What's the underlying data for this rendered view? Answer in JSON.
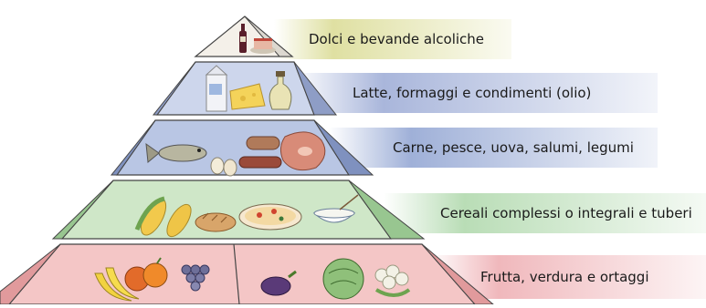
{
  "diagram": {
    "tiers": [
      {
        "label": "Dolci e bevande alcoliche",
        "color": "#dfe0a2",
        "face": "#f4f0e9",
        "side": "#dcd8d0"
      },
      {
        "label": "Latte, formaggi e condimenti (olio)",
        "color": "#a9b6db",
        "face": "#cdd6ec",
        "side": "#8e9dc6"
      },
      {
        "label": "Carne, pesce, uova, salumi, legumi",
        "color": "#9fb0d8",
        "face": "#b9c6e4",
        "side": "#7f91bf"
      },
      {
        "label": "Cereali complessi o integrali e tuberi",
        "color": "#b9ddb6",
        "face": "#cfe7c8",
        "side": "#98c690"
      },
      {
        "label": "Frutta, verdura e ortaggi",
        "color": "#f0b8bc",
        "face": "#f4c6c6",
        "side": "#e19a9c"
      }
    ],
    "food_icons": {
      "tier1": [
        "wine-bottle-icon",
        "cake-icon"
      ],
      "tier2": [
        "milk-carton-icon",
        "cheese-icon",
        "oil-cruet-icon"
      ],
      "tier3": [
        "fish-icon",
        "meat-icon",
        "eggs-icon",
        "sausage-icon"
      ],
      "tier4": [
        "corn-icon",
        "bread-icon",
        "pizza-icon",
        "rice-bowl-icon"
      ],
      "tier5": [
        "banana-icon",
        "orange-icon",
        "grapes-icon",
        "cabbage-icon",
        "cauliflower-icon"
      ]
    }
  }
}
